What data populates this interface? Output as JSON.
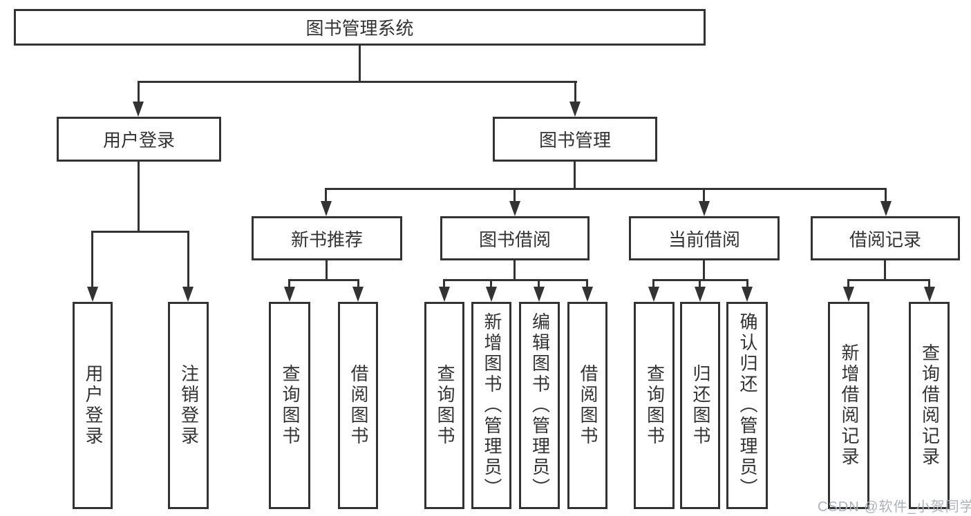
{
  "diagram": {
    "root": {
      "label": "图书管理系统"
    },
    "branches": [
      {
        "label": "用户登录",
        "children": [
          {
            "label": "用户登录"
          },
          {
            "label": "注销登录"
          }
        ]
      },
      {
        "label": "图书管理",
        "children": [
          {
            "label": "新书推荐",
            "children": [
              {
                "label": "查询图书"
              },
              {
                "label": "借阅图书"
              }
            ]
          },
          {
            "label": "图书借阅",
            "children": [
              {
                "label": "查询图书"
              },
              {
                "label": "新增图书（管理员）"
              },
              {
                "label": "编辑图书（管理员）"
              },
              {
                "label": "借阅图书"
              }
            ]
          },
          {
            "label": "当前借阅",
            "children": [
              {
                "label": "查询图书"
              },
              {
                "label": "归还图书"
              },
              {
                "label": "确认归还（管理员）"
              }
            ]
          },
          {
            "label": "借阅记录",
            "children": [
              {
                "label": "新增借阅记录"
              },
              {
                "label": "查询借阅记录"
              }
            ]
          }
        ]
      }
    ]
  },
  "watermark": {
    "text": "CSDN @软件_小贺同学"
  },
  "colors": {
    "line": "#333333",
    "text": "#333333",
    "watermark": "#aeb2b7",
    "background": "#ffffff"
  }
}
